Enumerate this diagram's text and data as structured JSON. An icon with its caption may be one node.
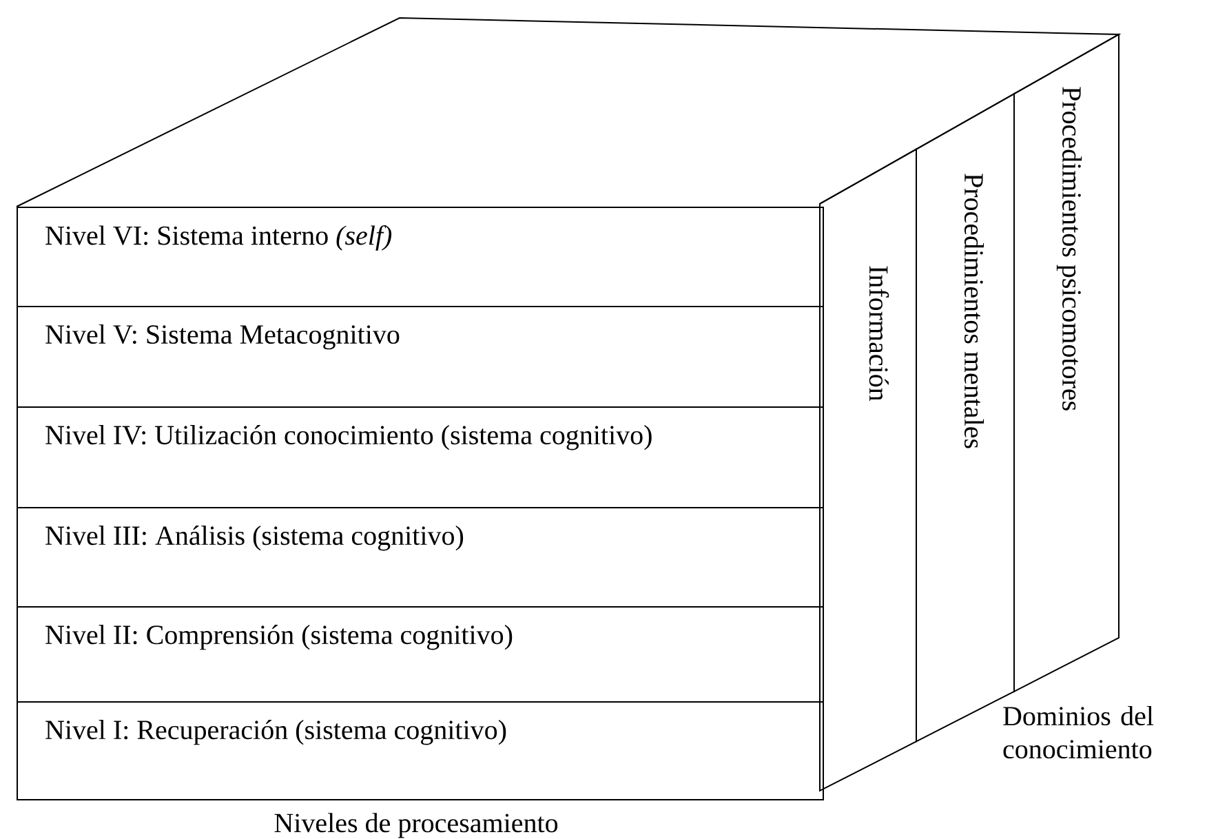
{
  "diagram": {
    "nodes": [
      {
        "text": [
          "Nivel VI: Sistema interno *(self)*"
        ]
      },
      {
        "text": [
          "Nivel V: Sistema Metacognitivo"
        ]
      },
      {
        "text": [
          "Nivel IV: Utilización conocimiento (sistema cognitivo)"
        ]
      },
      {
        "text": [
          "Nivel III: Análisis (sistema cognitivo)"
        ]
      },
      {
        "text": [
          "Nivel II: Comprensión (sistema cognitivo)"
        ]
      },
      {
        "text": [
          "Nivel I: Recuperación (sistema cognitivo)"
        ]
      },
      {
        "text": [
          "Información"
        ]
      },
      {
        "text": [
          "Procedimientos mentales"
        ]
      },
      {
        "text": [
          "Procedimientos psicomotores"
        ]
      }
    ],
    "labels": [
      "Niveles de procesamiento",
      "Dominios del conocimiento"
    ]
  }
}
